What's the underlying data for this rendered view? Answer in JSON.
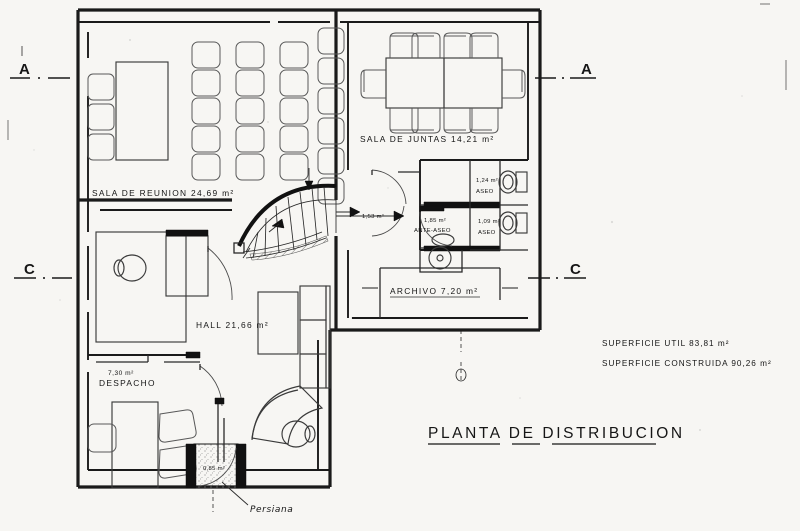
{
  "drawing": {
    "title": "PLANTA  DE  DISTRIBUCION",
    "type": "architectural-floor-plan",
    "language": "es"
  },
  "rooms": [
    {
      "id": "sala-reunion",
      "name": "SALA  DE  REUNION",
      "area": "24,69 m²",
      "label": "SALA  DE  REUNION     24,69 m²"
    },
    {
      "id": "sala-juntas",
      "name": "SALA DE JUNTAS",
      "area": "14,21 m²",
      "label": "SALA DE JUNTAS    14,21 m²"
    },
    {
      "id": "hall",
      "name": "HALL",
      "area": "21,66 m²",
      "label": "HALL   21,66 m²"
    },
    {
      "id": "despacho",
      "name": "DESPACHO",
      "area": "7,30 m²",
      "label": "DESPACHO"
    },
    {
      "id": "archivo",
      "name": "ARCHIVO",
      "area": "7,20 m²",
      "label": "ARCHIVO     7,20 m²"
    },
    {
      "id": "aseo-1",
      "name": "ASEO",
      "area": "1,24 m²",
      "label": "ASEO"
    },
    {
      "id": "aseo-2",
      "name": "ASEO",
      "area": "1,09 m²",
      "label": "ASEO"
    },
    {
      "id": "ante-aseo",
      "name": "ANTE-ASEO",
      "area": "1,85 m²",
      "label": "ANTE-ASEO"
    },
    {
      "id": "distribuidor",
      "name": "",
      "area": "1,53 m²",
      "label": "1,53 m²"
    },
    {
      "id": "armario",
      "name": "",
      "area": "0,85 m²",
      "label": "0,85 m²"
    }
  ],
  "area_labels": {
    "despacho_area": "7,30 m²",
    "aseo1_area": "1,24 m²",
    "aseo2_area": "1,09 m²",
    "ante_aseo_area": "1,85 m²",
    "distribuidor_area": "1,53 m²",
    "armario_area": "0,85 m²"
  },
  "annotations": {
    "persiana": "Persiana"
  },
  "section_marks": {
    "a_left": "A",
    "a_right": "A",
    "c_left": "C",
    "c_right": "C"
  },
  "legend": {
    "line1": "SUPERFICIE    UTIL     83,81 m²",
    "line2": "SUPERFICIE   CONSTRUIDA  90,26 m²",
    "surface_useful_label": "SUPERFICIE UTIL",
    "surface_useful_value": "83,81 m²",
    "surface_built_label": "SUPERFICIE CONSTRUIDA",
    "surface_built_value": "90,26 m²"
  },
  "colors": {
    "paper": "#f7f6f3",
    "ink": "#161616",
    "wall": "#1a1a1a",
    "furniture": "#3a3a3a"
  }
}
